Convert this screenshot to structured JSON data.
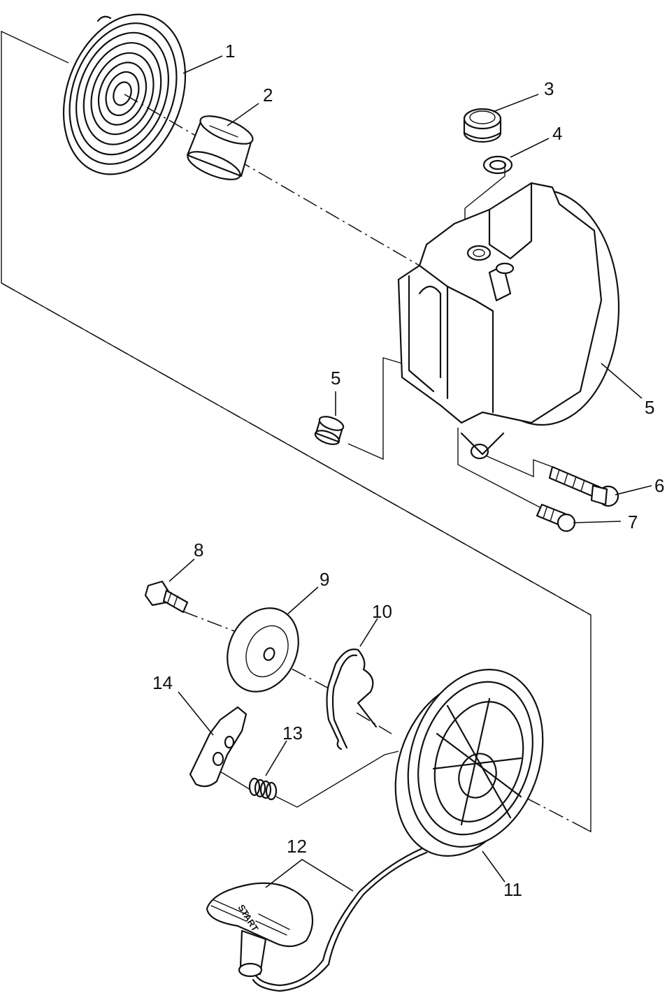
{
  "diagram": {
    "callouts": {
      "c1": "1",
      "c2": "2",
      "c3": "3",
      "c4": "4",
      "c5a": "5",
      "c5b": "5",
      "c6": "6",
      "c7": "7",
      "c8": "8",
      "c9": "9",
      "c10": "10",
      "c11": "11",
      "c12": "12",
      "c13": "13",
      "c14": "14"
    },
    "handle_text": "START"
  }
}
